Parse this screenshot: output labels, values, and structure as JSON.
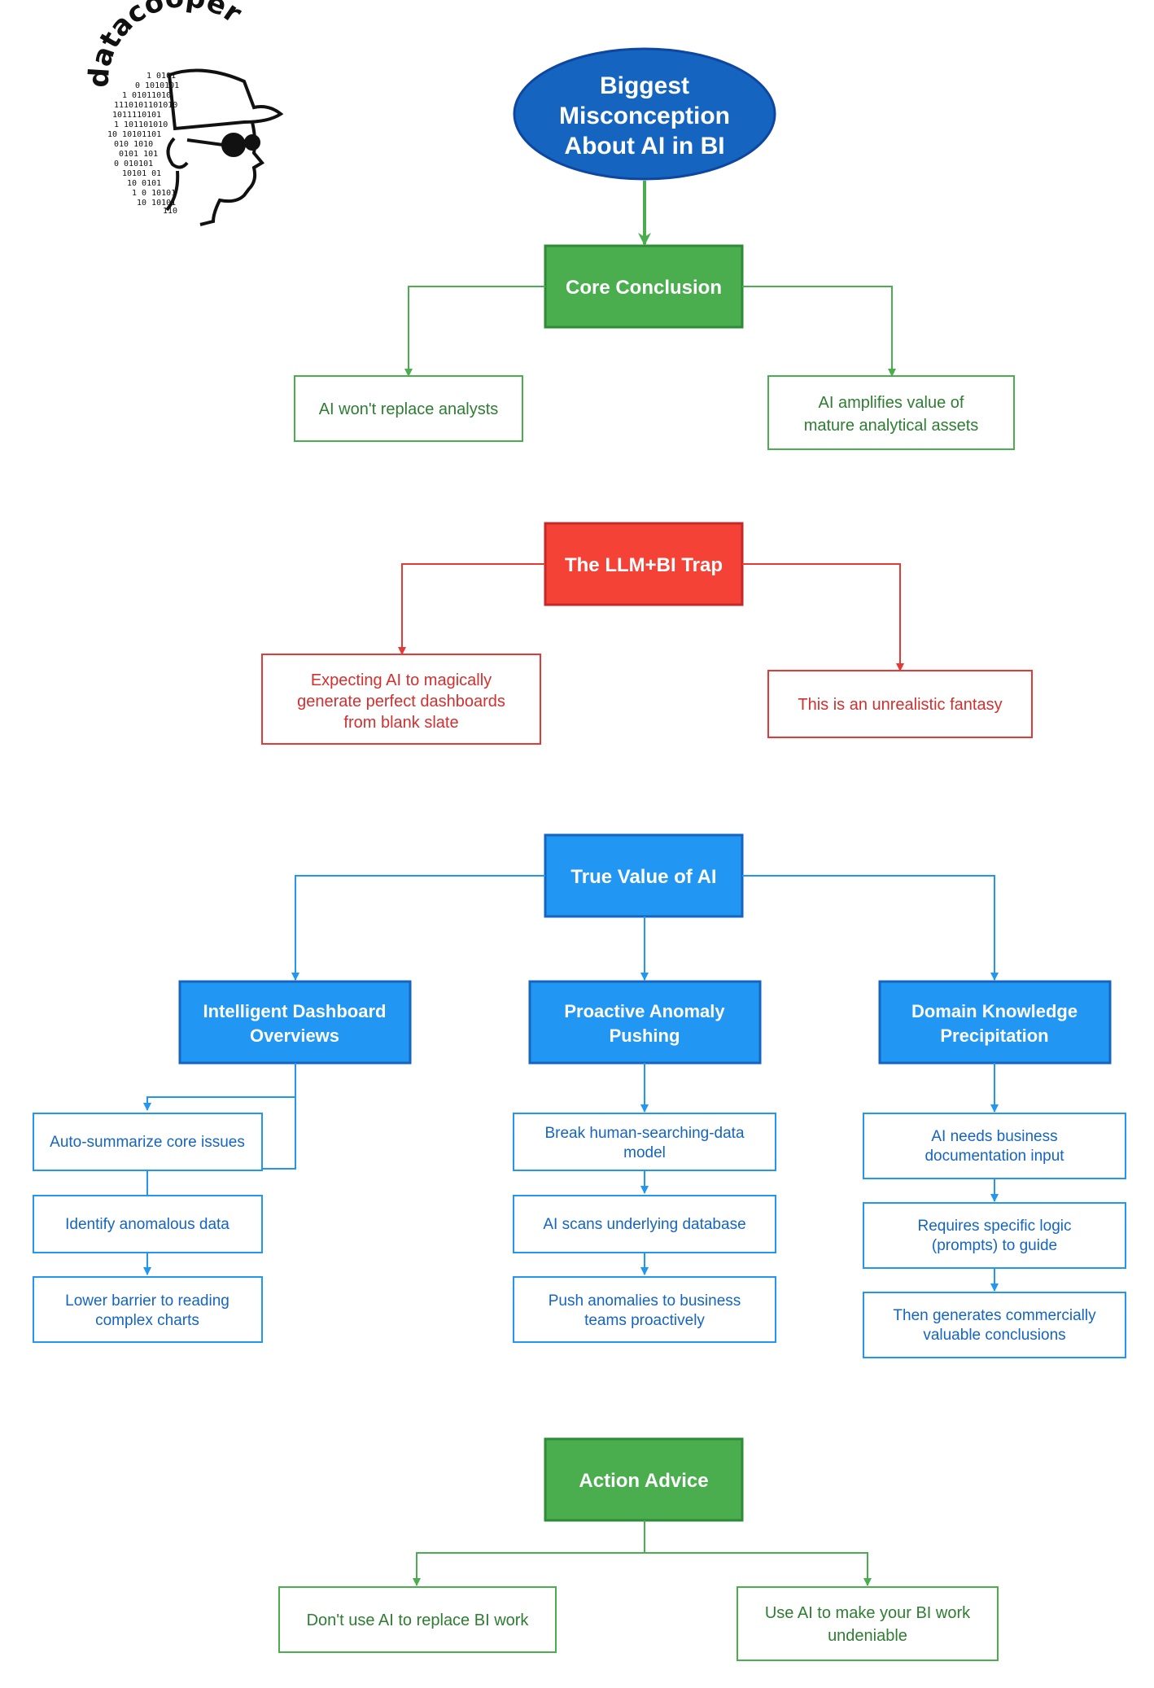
{
  "logo": {
    "text": "datacooper"
  },
  "colors": {
    "green": "#4aae4f",
    "green_border": "#2e8b38",
    "green_text": "#2e7d32",
    "red": "#f44336",
    "red_border": "#c62828",
    "red_text": "#d32f2f",
    "blue": "#2196f3",
    "blue_border": "#1565c0",
    "blue_text": "#1565c0",
    "title_fill": "#1565c0",
    "title_border": "#0d47a1"
  },
  "title": {
    "lines": [
      "Biggest",
      "Misconception",
      "About AI in BI"
    ]
  },
  "core": {
    "label": "Core Conclusion",
    "left": "AI won't replace analysts",
    "right_lines": [
      "AI amplifies value of",
      "mature analytical assets"
    ]
  },
  "trap": {
    "label": "The LLM+BI Trap",
    "left_lines": [
      "Expecting AI to magically",
      "generate perfect dashboards",
      "from blank slate"
    ],
    "right": "This is an unrealistic fantasy"
  },
  "value": {
    "label": "True Value of AI",
    "branches": [
      {
        "title_lines": [
          "Intelligent Dashboard",
          "Overviews"
        ],
        "items": [
          [
            "Auto-summarize core issues"
          ],
          [
            "Identify anomalous data"
          ],
          [
            "Lower barrier to reading",
            "complex charts"
          ]
        ]
      },
      {
        "title_lines": [
          "Proactive Anomaly",
          "Pushing"
        ],
        "items": [
          [
            "Break human-searching-data",
            "model"
          ],
          [
            "AI scans underlying database"
          ],
          [
            "Push anomalies to business",
            "teams proactively"
          ]
        ]
      },
      {
        "title_lines": [
          "Domain Knowledge",
          "Precipitation"
        ],
        "items": [
          [
            "AI needs business",
            "documentation input"
          ],
          [
            "Requires specific logic",
            "(prompts) to guide"
          ],
          [
            "Then generates commercially",
            "valuable conclusions"
          ]
        ]
      }
    ]
  },
  "action": {
    "label": "Action Advice",
    "left": "Don't use AI to replace BI work",
    "right_lines": [
      "Use AI to make your BI work",
      "undeniable"
    ]
  }
}
